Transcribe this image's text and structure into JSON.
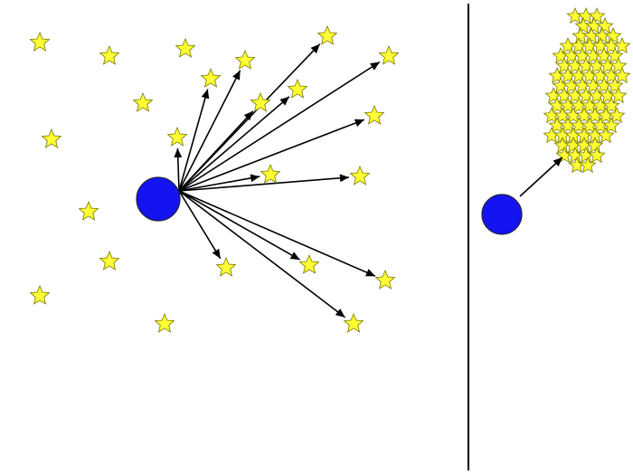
{
  "colors": {
    "background": "#ffffff",
    "star_fill": "#ffff33",
    "star_stroke": "#777700",
    "circle_fill": "#1414f0",
    "circle_stroke": "#222244",
    "arrow": "#000000",
    "divider": "#000000"
  },
  "icons": {
    "star": "star-icon",
    "circle": "blue-circle",
    "arrow": "arrow"
  },
  "panels": [
    {
      "name": "left-panel",
      "description_shown": ""
    },
    {
      "name": "right-panel",
      "description_shown": ""
    }
  ]
}
